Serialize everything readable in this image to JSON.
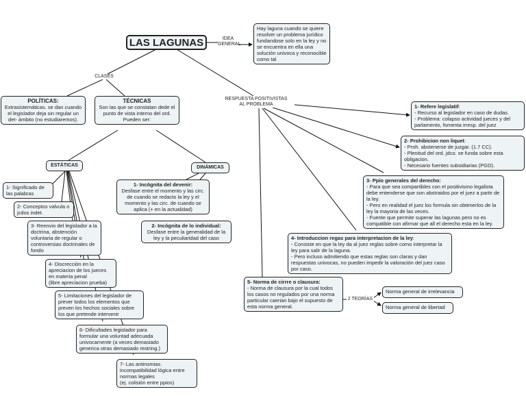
{
  "title": "LAS LAGUNAS",
  "links": {
    "idea": "IDEA\nGENERAL",
    "clases": "CLASES",
    "respuesta": "RESPUESTA POSITIVISTAS\nAL PROBLEMA",
    "teorias": "2 TEORÍAS"
  },
  "idea_text": "Hay laguna cuando se quiere resolver un problema jurídico fundandose solo en la ley y no se encuentra en ella una solución univoca y reconocible como tal",
  "politicas": {
    "heading": "POLÍTICAS:",
    "text": "Extrasistemáticas. se dan cuando el legislador deja sin regular un det- ámbito (no estudiaremos)."
  },
  "tecnicas": {
    "heading": "TÉCNICAS",
    "text": "Son las que se constatan dede el punto de vista interno del ord. Pueden ser:"
  },
  "estaticas": {
    "label": "ESTÁTICAS",
    "items": [
      "1- Significado de las palabras",
      "2- Conceptos valvula o jcdos indet.",
      "3- Reenvio del legislador a la doctrina, abstención voluntaria de regular o controversias doctrinales de fondo",
      "4- Discrección en la apreciacion de los jueces en materia penal\n(libre apreciacion prueba)",
      "5- Limitaciones del legislador de prever todos los elementos que preven los hechos sociales sobre los que pretende intervenir",
      "6- Dificultades legislador para formular una voluntad adecuada univocamente (a veces demasiado generica otras demasiado restring.)",
      "7- Las antinomias. incompatibilidad lógica entre normas legales\n(ej. colisión entre ppios)"
    ]
  },
  "dinamicas": {
    "label": "DINÁMICAS",
    "items": [
      {
        "heading": "1- Incógnita del devenir:",
        "text": "Desfase entre el momento y las circ. de cuando se redacto la ley y el momento y las circ. de cuando se aplica (+ en la actualidad)"
      },
      {
        "heading": "2- Incógnita de lo individual:",
        "text": "Desfase entre la generalidad de la ley y la peculiaridad del caso"
      }
    ]
  },
  "respuestas": [
    {
      "heading": "1- Refere legislatif",
      "text": "- Recurso al legislador en caso de dudas.\n- Problema: colapso actividad jueces y del parlamento, fomenta irresp. del juez"
    },
    {
      "heading": "2- Prohibicion non liquet",
      "text": "- Proh. abstenerse de juzgar. (1.7 CC).\n- Plenitud del ord. jdco. se funda sobre esta obligacion.\n- Necesario fuentes subsidiarias (PGD)."
    },
    {
      "heading": "3- Ppio generales del derecho:",
      "text": "- Para que sea compartibles con el positivismo legalista debe entenderse que son abstraidos por el juez a partir de la ley.\n- Pero en realidad el juez los formula sin obtenerlos de la ley la mayoria de las veces.\n- Fuente que permite superar las lagunas pero no es compatible con afirmar que all el derecho esta en la ley."
    },
    {
      "heading": "4- Introduccion regas para interpretacion de la ley",
      "text": "- Consiste en que la ley da al juez reglas sobre como interpretar la ley para salir de la laguna.\n- Pero incluso admitiendo que estas reglas son claras y dan respuestas univocas, no pueden impedir la valoración del juez caso por caso."
    },
    {
      "heading": "5- Norma de cirrre o clausura:",
      "text": "- Norma de clausura por la cual todos los casos no regulados por una norma particular caerian bajo el supuesto de esta norma general."
    }
  ],
  "teorias": [
    "Norma general de irrelevancia",
    "Norma general de libertad"
  ]
}
